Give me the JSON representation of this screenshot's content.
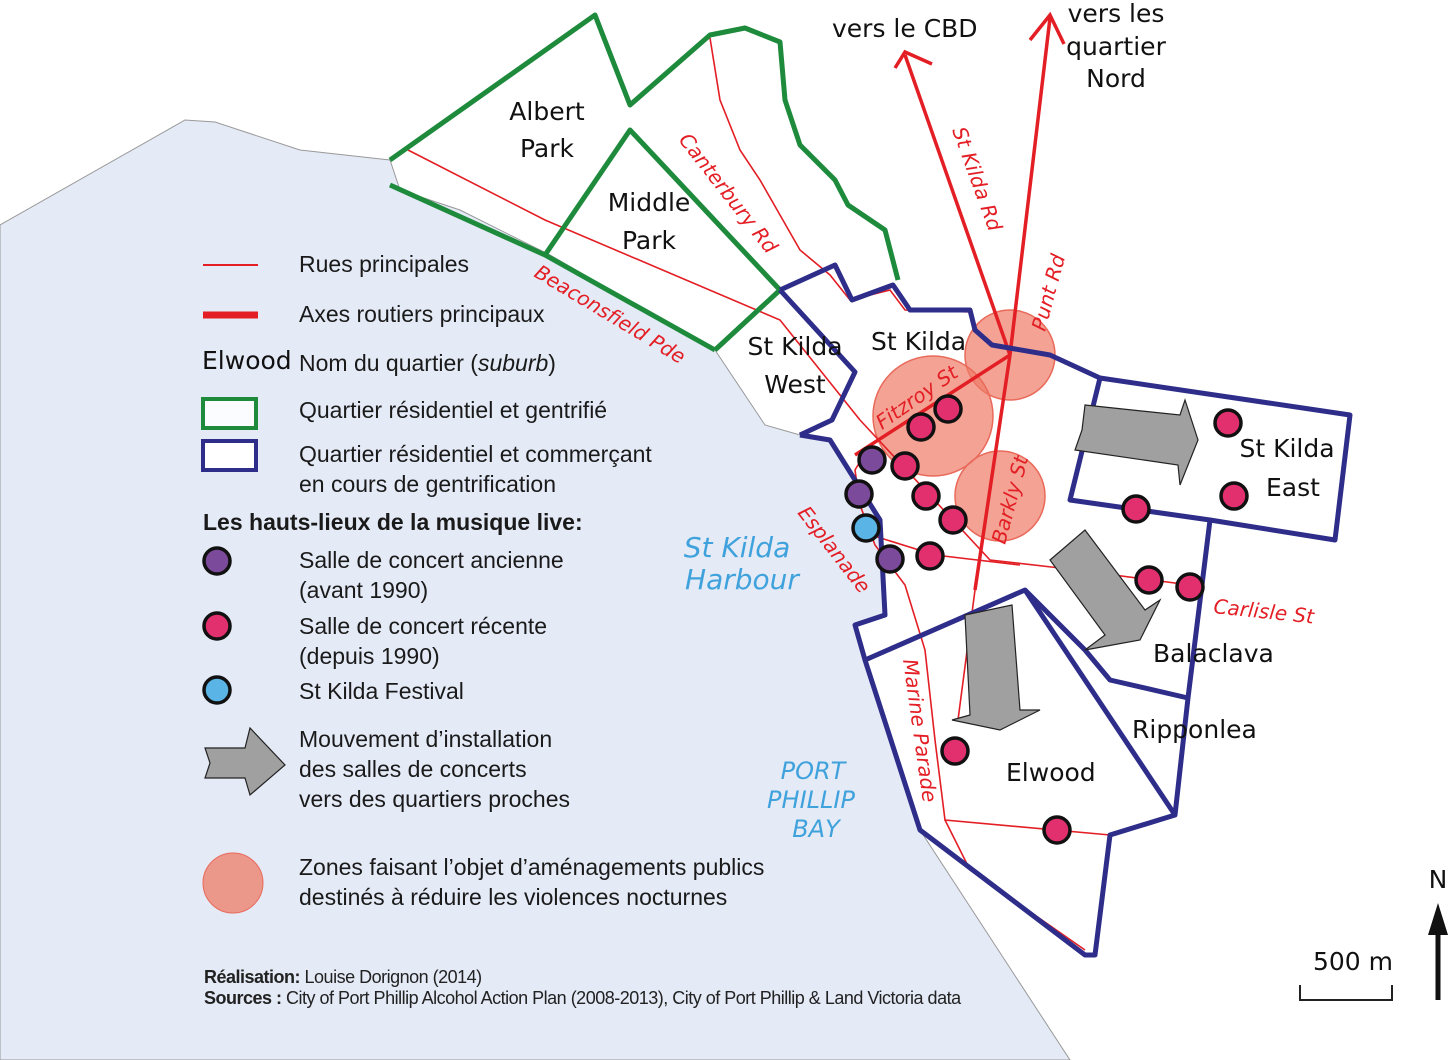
{
  "colors": {
    "sea": "#e4eaf6",
    "gentrified": "#1e8a3c",
    "commercial": "#2e2e8a",
    "road": "#e31e24",
    "recent": "#e2306e",
    "old": "#7b4a9a",
    "festival": "#5ab4e5",
    "zone": "#ee7b66",
    "arrow": "#a0a0a0"
  },
  "directions": {
    "cbd": "vers le CBD",
    "north_1": "vers les",
    "north_2": "quartier",
    "north_3": "Nord"
  },
  "suburbs": {
    "albert_1": "Albert",
    "albert_2": "Park",
    "middle_1": "Middle",
    "middle_2": "Park",
    "skw_1": "St Kilda",
    "skw_2": "West",
    "stkilda": "St Kilda",
    "ske_1": "St Kilda",
    "ske_2": "East",
    "balaclava": "Balaclava",
    "ripponlea": "Ripponlea",
    "elwood": "Elwood"
  },
  "roads": {
    "canterbury": "Canterbury Rd",
    "stkildard": "St Kilda Rd",
    "punt": "Punt Rd",
    "beaconsfield": "Beaconsfield Pde",
    "fitzroy": "Fitzroy St",
    "barkly": "Barkly St",
    "esplanade": "Esplanade",
    "carlisle": "Carlisle St",
    "marine": "Marine Parade"
  },
  "water": {
    "harbour_1": "St Kilda",
    "harbour_2": "Harbour",
    "bay_1": "PORT",
    "bay_2": "PHILLIP",
    "bay_3": "BAY"
  },
  "legend": {
    "streets": "Rues principales",
    "axes": "Axes routiers principaux",
    "name_example": "Elwood",
    "name_label": "Nom du quartier (",
    "name_italic": "suburb",
    "name_close": ")",
    "gentrified": "Quartier résidentiel et gentrifié",
    "commercial_1": "Quartier résidentiel et commerçant",
    "commercial_2": "en cours de gentrification",
    "venues_title": "Les hauts-lieux de la musique live:",
    "old_1": "Salle de concert ancienne",
    "old_2": "(avant 1990)",
    "recent_1": "Salle de concert récente",
    "recent_2": "(depuis 1990)",
    "festival": "St Kilda Festival",
    "move_1": "Mouvement d’installation",
    "move_2": "des salles de concerts",
    "move_3": "vers des quartiers proches",
    "zone_1": "Zones faisant l’objet d’aménagements publics",
    "zone_2": "destinés à réduire les violences nocturnes"
  },
  "credits": {
    "made_label": "Réalisation:",
    "made_value": " Louise Dorignon (2014)",
    "src_label": "Sources :",
    "src_value": " City of Port Phillip Alcohol Action Plan (2008-2013), City of Port Phillip & Land Victoria data"
  },
  "scale": {
    "label": "500 m"
  },
  "north": {
    "label": "N"
  }
}
